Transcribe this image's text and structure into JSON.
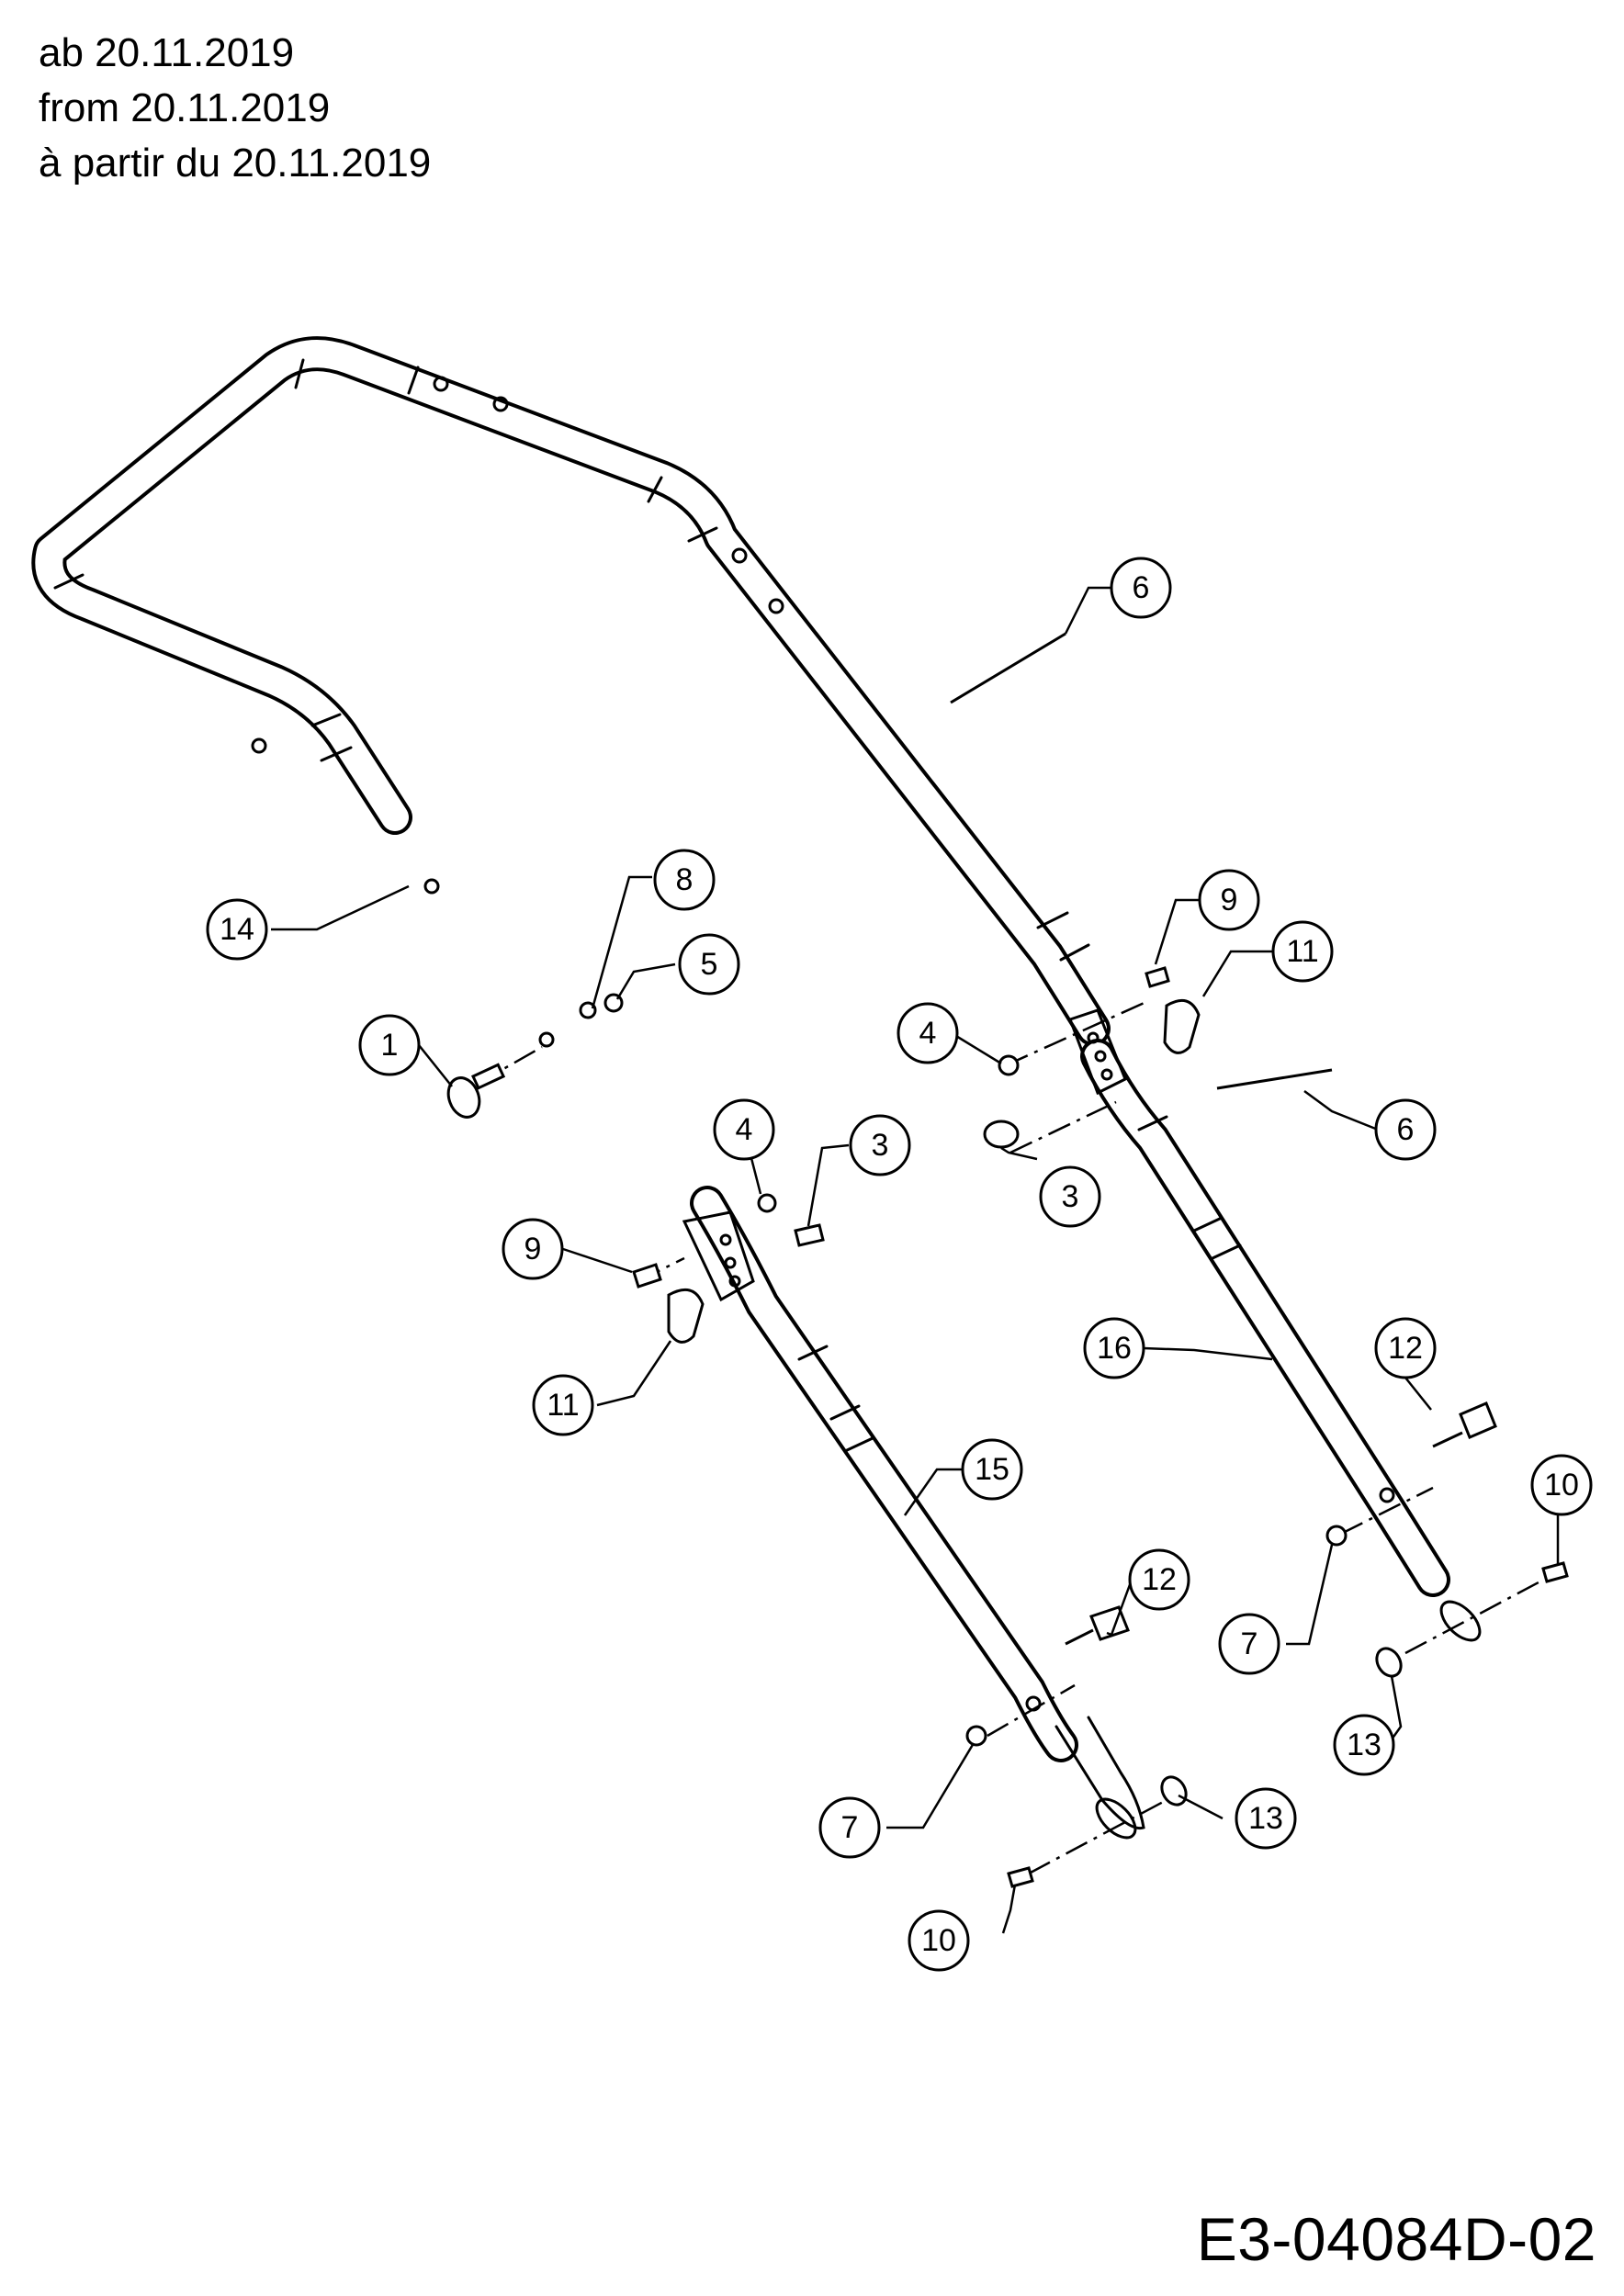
{
  "header": {
    "line_de": "ab 20.11.2019",
    "line_en": "from 20.11.2019",
    "line_fr": "à partir du 20.11.2019"
  },
  "drawing_code": "E3-04084D-02",
  "callouts": [
    "1",
    "3",
    "3",
    "4",
    "4",
    "5",
    "6",
    "6",
    "7",
    "7",
    "8",
    "9",
    "9",
    "10",
    "10",
    "11",
    "11",
    "12",
    "12",
    "13",
    "13",
    "14",
    "15",
    "16"
  ]
}
